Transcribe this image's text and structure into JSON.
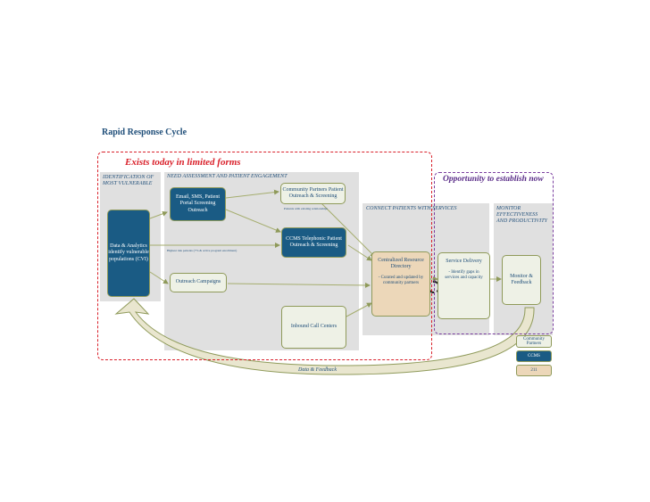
{
  "title": "Rapid Response Cycle",
  "banners": {
    "exists": "Exists today in limited forms",
    "opportunity": "Opportunity to establish now"
  },
  "columns": {
    "identification": "IDENTIFICATION OF MOST VULNERABLE",
    "needs": "NEED ASSESSMENT AND PATIENT ENGAGEMENT",
    "connect": "CONNECT PATIENTS WITH SERVICES",
    "monitor": "MONITOR EFFECTIVENESS AND PRODUCTIVITY"
  },
  "boxes": {
    "data_analytics": "Data & Analytics identify vulnerable populations (CVI)",
    "email_sms": "Email, SMS, Patient Portal Screening Outreach",
    "community_outreach": "Community Partners Patient Outreach & Screening",
    "ccms_telephonic": "CCMS Telephonic Patient Outreach & Screening",
    "outreach_campaigns": "Outreach Campaigns",
    "inbound_call": "Inbound Call Centers",
    "centralized_title": "Centralized Resource Directory",
    "centralized_bullet": "- Curated and updated by community partners",
    "service_title": "Service Delivery",
    "service_bullet": "- Identify gaps in services and capacity",
    "monitor": "Monitor & Feedback"
  },
  "notes": {
    "community_note": "Patients with existing relationships",
    "highest_risk": "Highest risk patients (7% & active program enrollment)",
    "feedback": "Data & Feedback"
  },
  "legend": {
    "community": "Community Partners",
    "ccms": "CCMS",
    "two11": "211"
  },
  "colors": {
    "dark": "#1a5b84",
    "light": "#eef1e6",
    "tan": "#ecd7b9",
    "red": "#d9202a",
    "purple": "#7b3fa0"
  }
}
